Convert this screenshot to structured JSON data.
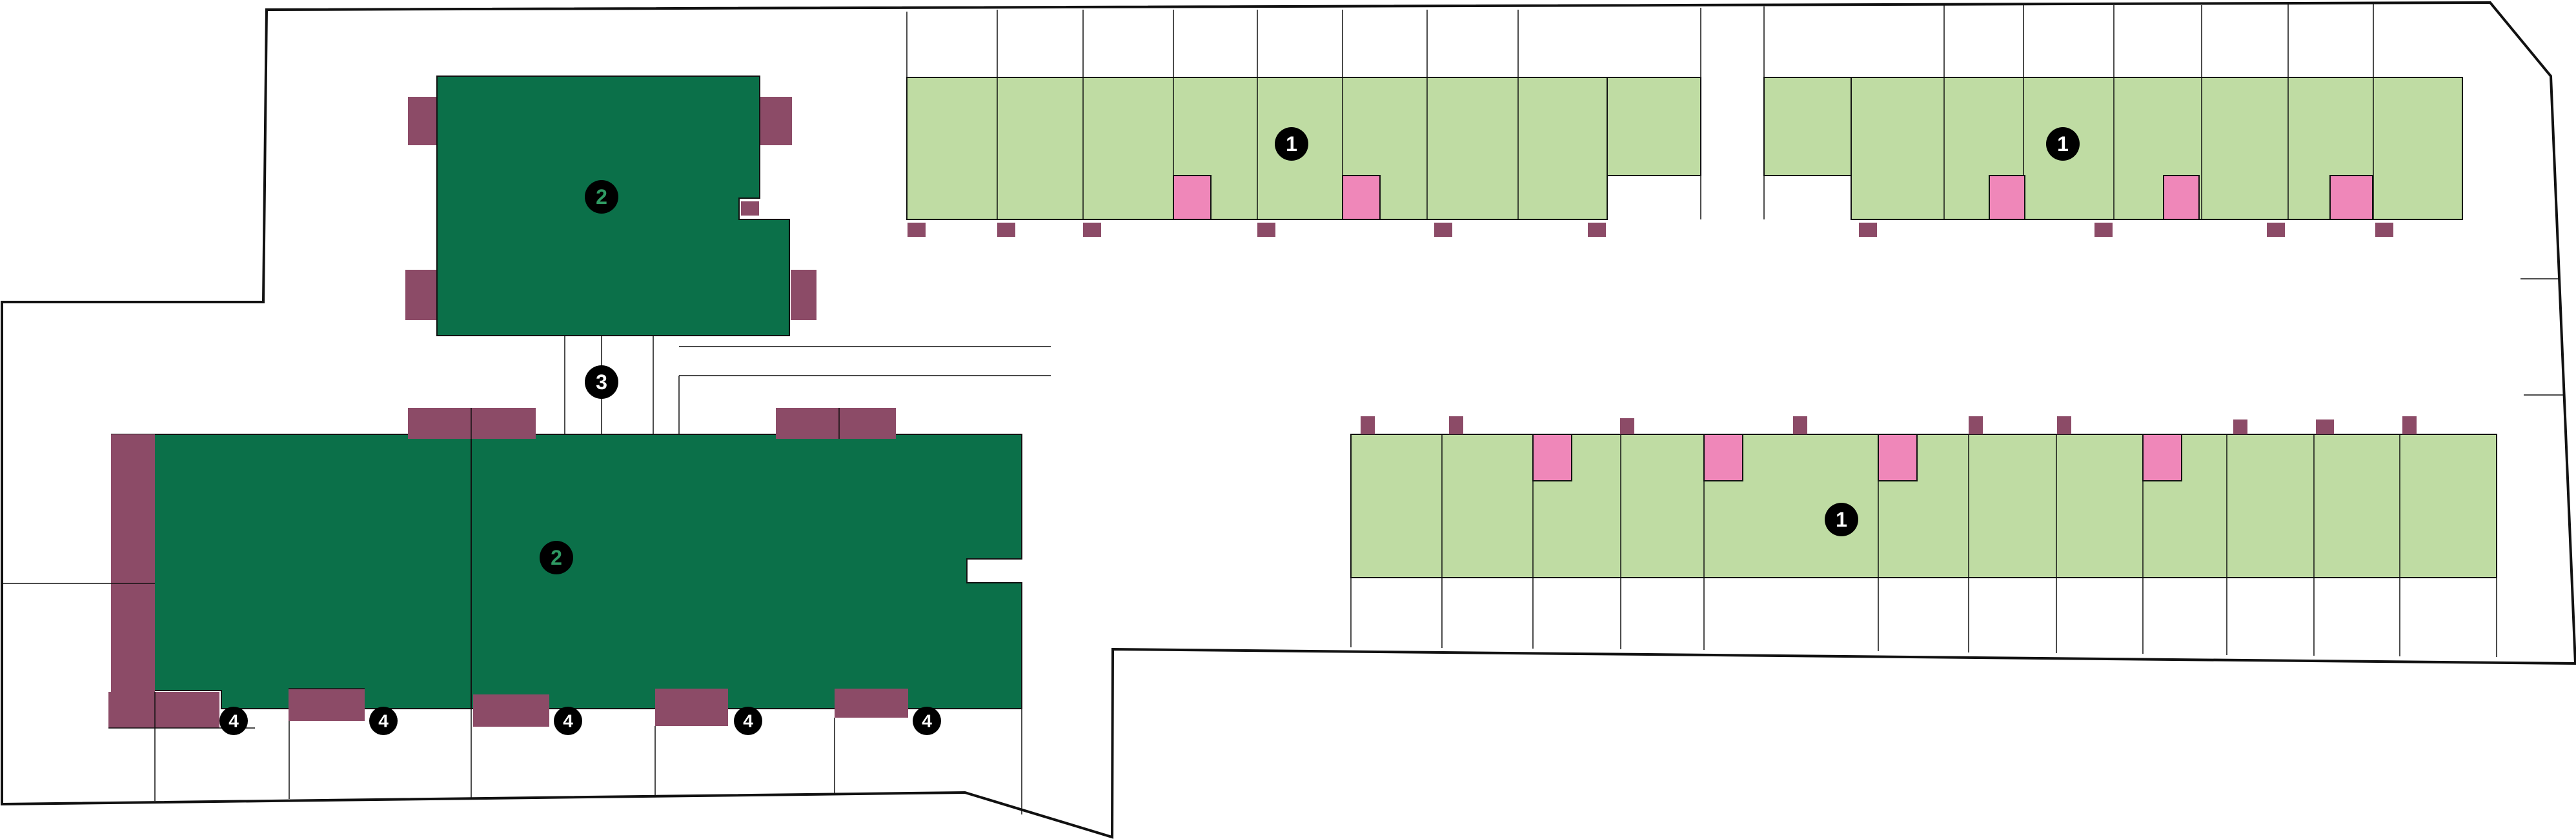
{
  "colors": {
    "background": "#ffffff",
    "outline": "#111111",
    "unit_light_green": "#bfdca3",
    "building_dark_green": "#0b7049",
    "accent_plum": "#8c4b67",
    "accent_pink": "#ef87b9",
    "marker_fill": "#000000",
    "marker_text": "#ffffff",
    "marker_text_green": "#2f9a63"
  },
  "legend_markers": [
    {
      "id": "m1a",
      "label": "1",
      "text_color": "#ffffff"
    },
    {
      "id": "m1b",
      "label": "1",
      "text_color": "#ffffff"
    },
    {
      "id": "m1c",
      "label": "1",
      "text_color": "#ffffff"
    },
    {
      "id": "m2a",
      "label": "2",
      "text_color": "#2f9a63"
    },
    {
      "id": "m2b",
      "label": "2",
      "text_color": "#2f9a63"
    },
    {
      "id": "m3",
      "label": "3",
      "text_color": "#ffffff"
    },
    {
      "id": "m4a",
      "label": "4",
      "text_color": "#ffffff"
    },
    {
      "id": "m4b",
      "label": "4",
      "text_color": "#ffffff"
    },
    {
      "id": "m4c",
      "label": "4",
      "text_color": "#ffffff"
    },
    {
      "id": "m4d",
      "label": "4",
      "text_color": "#ffffff"
    },
    {
      "id": "m4e",
      "label": "4",
      "text_color": "#ffffff"
    }
  ]
}
